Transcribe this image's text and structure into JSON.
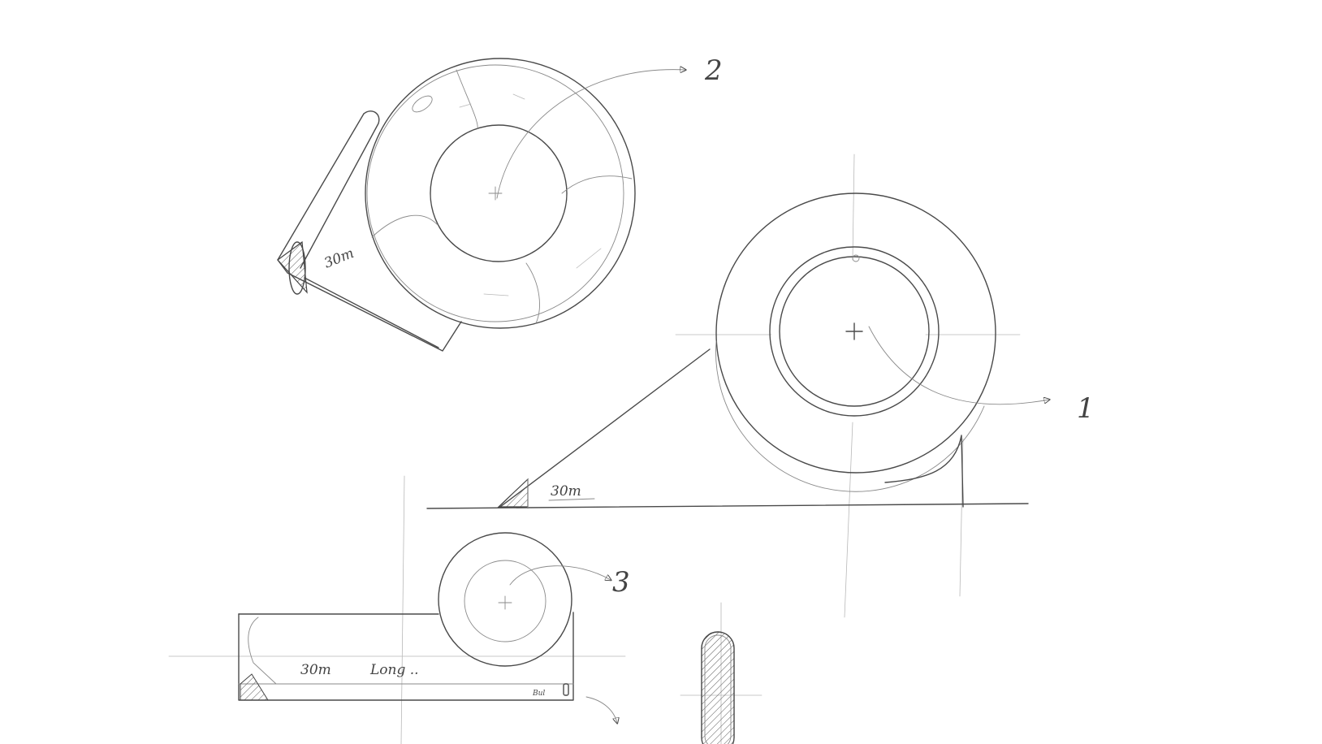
{
  "labels": {
    "view_1": "1",
    "view_2": "2",
    "view_3": "3"
  },
  "dimensions": {
    "angled_view": "30m",
    "side_view": "30m",
    "front_view": "30m",
    "front_view_note": "Long ..",
    "small_label": "Bul"
  },
  "colors": {
    "line": "#4a4a4a",
    "construction": "#9a9a9a",
    "paper": "#ffffff"
  }
}
